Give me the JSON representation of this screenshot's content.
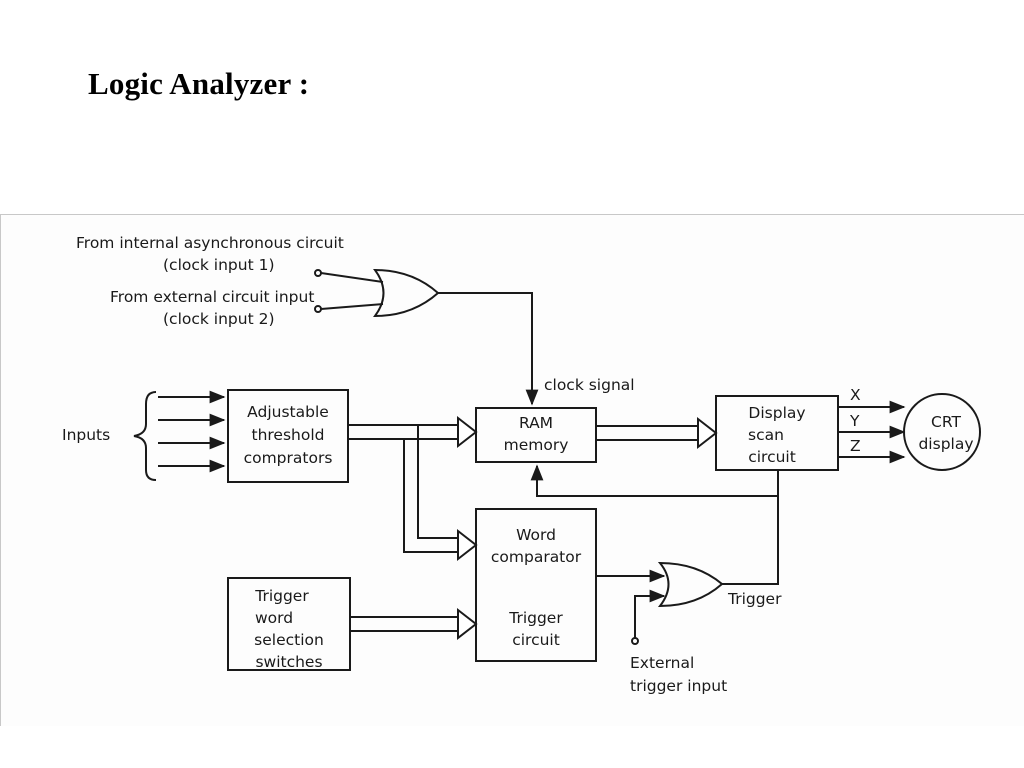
{
  "slide": {
    "title": "Logic Analyzer :"
  },
  "diagram": {
    "clock_source_1_line1": "From internal asynchronous circuit",
    "clock_source_1_line2": "(clock input 1)",
    "clock_source_2_line1": "From external circuit  input",
    "clock_source_2_line2": "(clock input 2)",
    "inputs_label": "Inputs",
    "threshold_box": [
      "Adjustable",
      "threshold",
      "comprators"
    ],
    "clock_signal_label": "clock signal",
    "ram_box": [
      "RAM",
      "memory"
    ],
    "display_scan_box": [
      "Display",
      "scan",
      "circuit"
    ],
    "axis_labels": [
      "X",
      "Y",
      "Z"
    ],
    "crt_display": [
      "CRT",
      "display"
    ],
    "word_comparator_box": [
      "Word",
      "comparator"
    ],
    "trigger_circuit_box": [
      "Trigger",
      "circuit"
    ],
    "trigger_word_box": [
      "Trigger",
      "word",
      "selection",
      "switches"
    ],
    "trigger_label": "Trigger",
    "external_trigger": [
      "External",
      "trigger input"
    ]
  }
}
